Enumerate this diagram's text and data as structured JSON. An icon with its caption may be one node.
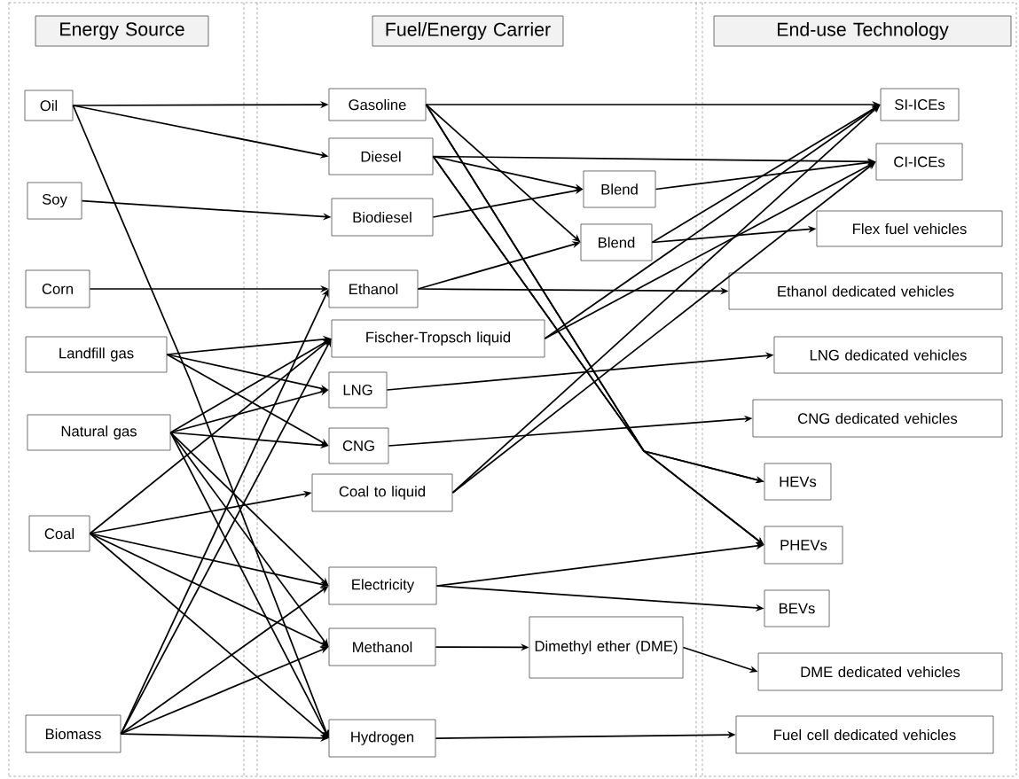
{
  "diagram": {
    "nodes": [
      {
        "text": [
          "Energy Source"
        ]
      },
      {
        "text": [
          "Fuel/Energy Carrier"
        ]
      },
      {
        "text": [
          "End-use Technology"
        ]
      },
      {
        "text": [
          "Oil"
        ]
      },
      {
        "text": [
          "Soy"
        ]
      },
      {
        "text": [
          "Corn"
        ]
      },
      {
        "text": [
          "Landfill gas"
        ]
      },
      {
        "text": [
          "Natural gas"
        ]
      },
      {
        "text": [
          "Coal"
        ]
      },
      {
        "text": [
          "Biomass"
        ]
      },
      {
        "text": [
          "Gasoline"
        ]
      },
      {
        "text": [
          "Diesel"
        ]
      },
      {
        "text": [
          "Biodiesel"
        ]
      },
      {
        "text": [
          "Ethanol"
        ]
      },
      {
        "text": [
          "Fischer-Tropsch liquid"
        ]
      },
      {
        "text": [
          "LNG"
        ]
      },
      {
        "text": [
          "CNG"
        ]
      },
      {
        "text": [
          "Coal to liquid"
        ]
      },
      {
        "text": [
          "Electricity"
        ]
      },
      {
        "text": [
          "Methanol"
        ]
      },
      {
        "text": [
          "Hydrogen"
        ]
      },
      {
        "text": [
          "Blend"
        ]
      },
      {
        "text": [
          "Blend"
        ]
      },
      {
        "text": [
          "Dimethyl ether (DME)"
        ]
      },
      {
        "text": [
          "SI-ICEs"
        ]
      },
      {
        "text": [
          "CI-ICEs"
        ]
      },
      {
        "text": [
          "Flex fuel vehicles"
        ]
      },
      {
        "text": [
          "Ethanol dedicated vehicles"
        ]
      },
      {
        "text": [
          "LNG dedicated vehicles"
        ]
      },
      {
        "text": [
          "CNG dedicated vehicles"
        ]
      },
      {
        "text": [
          "HEVs"
        ]
      },
      {
        "text": [
          "PHEVs"
        ]
      },
      {
        "text": [
          "BEVs"
        ]
      },
      {
        "text": [
          "DME dedicated vehicles"
        ]
      },
      {
        "text": [
          "Fuel cell dedicated vehicles"
        ]
      }
    ],
    "edges": [
      {
        "from": 3,
        "to": 10,
        "arrow": "to"
      },
      {
        "from": 3,
        "to": 11,
        "arrow": "to"
      },
      {
        "from": 3,
        "to": 20,
        "arrow": "to"
      },
      {
        "from": 4,
        "to": 12,
        "arrow": "to"
      },
      {
        "from": 5,
        "to": 13,
        "arrow": "to"
      },
      {
        "from": 6,
        "to": 14,
        "arrow": "to"
      },
      {
        "from": 6,
        "to": 15,
        "arrow": "to"
      },
      {
        "from": 6,
        "to": 16,
        "arrow": "to"
      },
      {
        "from": 7,
        "to": 14,
        "arrow": "to"
      },
      {
        "from": 7,
        "to": 15,
        "arrow": "to"
      },
      {
        "from": 7,
        "to": 16,
        "arrow": "to"
      },
      {
        "from": 7,
        "to": 18,
        "arrow": "to"
      },
      {
        "from": 7,
        "to": 19,
        "arrow": "to"
      },
      {
        "from": 7,
        "to": 20,
        "arrow": "to"
      },
      {
        "from": 8,
        "to": 14,
        "arrow": "to"
      },
      {
        "from": 8,
        "to": 17,
        "arrow": "to"
      },
      {
        "from": 8,
        "to": 18,
        "arrow": "to"
      },
      {
        "from": 8,
        "to": 19,
        "arrow": "to"
      },
      {
        "from": 8,
        "to": 20,
        "arrow": "to"
      },
      {
        "from": 9,
        "to": 13,
        "arrow": "to"
      },
      {
        "from": 9,
        "to": 14,
        "arrow": "to"
      },
      {
        "from": 9,
        "to": 18,
        "arrow": "to"
      },
      {
        "from": 9,
        "to": 19,
        "arrow": "to"
      },
      {
        "from": 9,
        "to": 20,
        "arrow": "to"
      },
      {
        "from": 10,
        "to": 24,
        "arrow": "to"
      },
      {
        "from": 10,
        "to": 22,
        "arrow": "to"
      },
      {
        "from": 10,
        "to": 30,
        "arrow": "to"
      },
      {
        "from": 10,
        "to": 31,
        "arrow": "to"
      },
      {
        "from": 11,
        "to": 25,
        "arrow": "to"
      },
      {
        "from": 11,
        "to": 21,
        "arrow": "to"
      },
      {
        "from": 11,
        "to": 30,
        "arrow": "to"
      },
      {
        "from": 11,
        "to": 31,
        "arrow": "to"
      },
      {
        "from": 12,
        "to": 21,
        "arrow": "to"
      },
      {
        "from": 13,
        "to": 22,
        "arrow": "to"
      },
      {
        "from": 13,
        "to": 27,
        "arrow": "to"
      },
      {
        "from": 21,
        "to": 25,
        "arrow": "to"
      },
      {
        "from": 22,
        "to": 26,
        "arrow": "to"
      },
      {
        "from": 22,
        "to": 24,
        "arrow": "to"
      },
      {
        "from": 14,
        "to": 24,
        "arrow": "to"
      },
      {
        "from": 14,
        "to": 25,
        "arrow": "to"
      },
      {
        "from": 17,
        "to": 24,
        "arrow": "to"
      },
      {
        "from": 17,
        "to": 25,
        "arrow": "to"
      },
      {
        "from": 15,
        "to": 28,
        "arrow": "to"
      },
      {
        "from": 16,
        "to": 29,
        "arrow": "to"
      },
      {
        "from": 18,
        "to": 31,
        "arrow": "to"
      },
      {
        "from": 18,
        "to": 32,
        "arrow": "to"
      },
      {
        "from": 19,
        "to": 23,
        "arrow": "to"
      },
      {
        "from": 23,
        "to": 33,
        "arrow": "to"
      },
      {
        "from": 20,
        "to": 34,
        "arrow": "to"
      }
    ]
  }
}
